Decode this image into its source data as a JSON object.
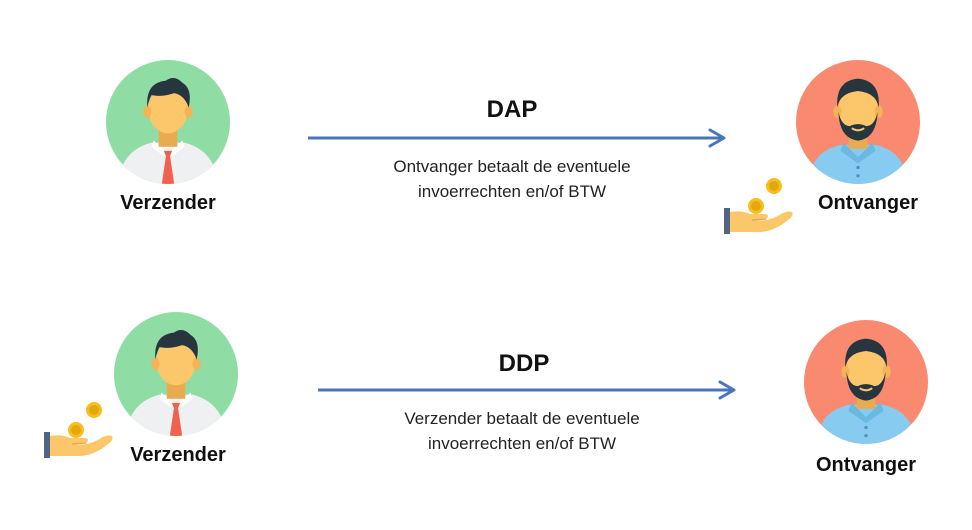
{
  "rows": [
    {
      "term": "DAP",
      "description_line1": "Ontvanger betaalt de eventuele",
      "description_line2": "invoerrechten en/of BTW",
      "sender_label": "Verzender",
      "receiver_label": "Ontvanger",
      "payer": "receiver"
    },
    {
      "term": "DDP",
      "description_line1": "Verzender betaalt de eventuele",
      "description_line2": "invoerrechten en/of BTW",
      "sender_label": "Verzender",
      "receiver_label": "Ontvanger",
      "payer": "sender"
    }
  ],
  "colors": {
    "sender_circle": "#8fdda4",
    "receiver_circle": "#f98a6f",
    "arrow": "#4a76b8",
    "skin": "#fcc66b",
    "hair": "#27353f",
    "tie": "#f0624e",
    "receiver_shirt": "#87ccf0",
    "coin": "#f5c01e",
    "sleeve": "#536382"
  },
  "icons": [
    "sender-avatar-icon",
    "receiver-avatar-icon",
    "hand-with-coins-icon",
    "arrow-right-icon"
  ]
}
